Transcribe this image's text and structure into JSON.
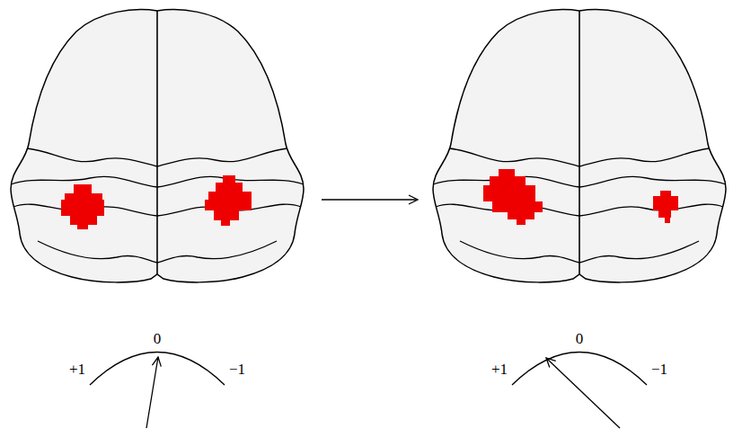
{
  "diagram": {
    "labels": [
      "+1",
      "0",
      "−1",
      "+1",
      "0",
      "−1"
    ]
  }
}
